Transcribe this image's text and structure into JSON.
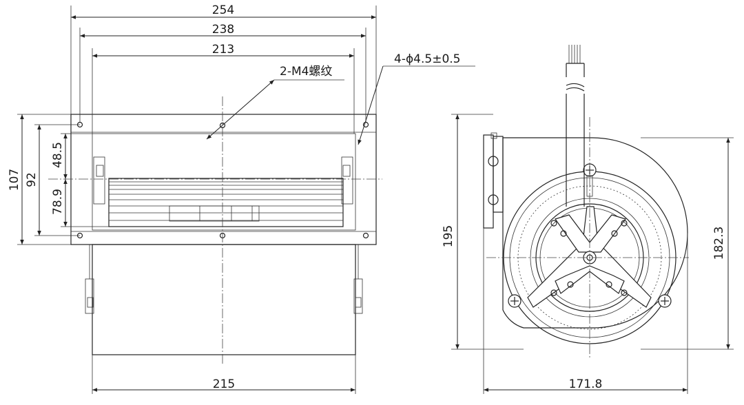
{
  "dimensions": {
    "width_254": "254",
    "width_238": "238",
    "width_213": "213",
    "width_215": "215",
    "height_107": "107",
    "height_92": "92",
    "height_48_5": "48.5",
    "height_78_9": "78.9",
    "height_195": "195",
    "height_182_3": "182.3",
    "width_171_8": "171.8"
  },
  "callouts": {
    "thread_holes": "2-M4螺纹",
    "mounting_holes": "4-ϕ4.5±0.5"
  }
}
